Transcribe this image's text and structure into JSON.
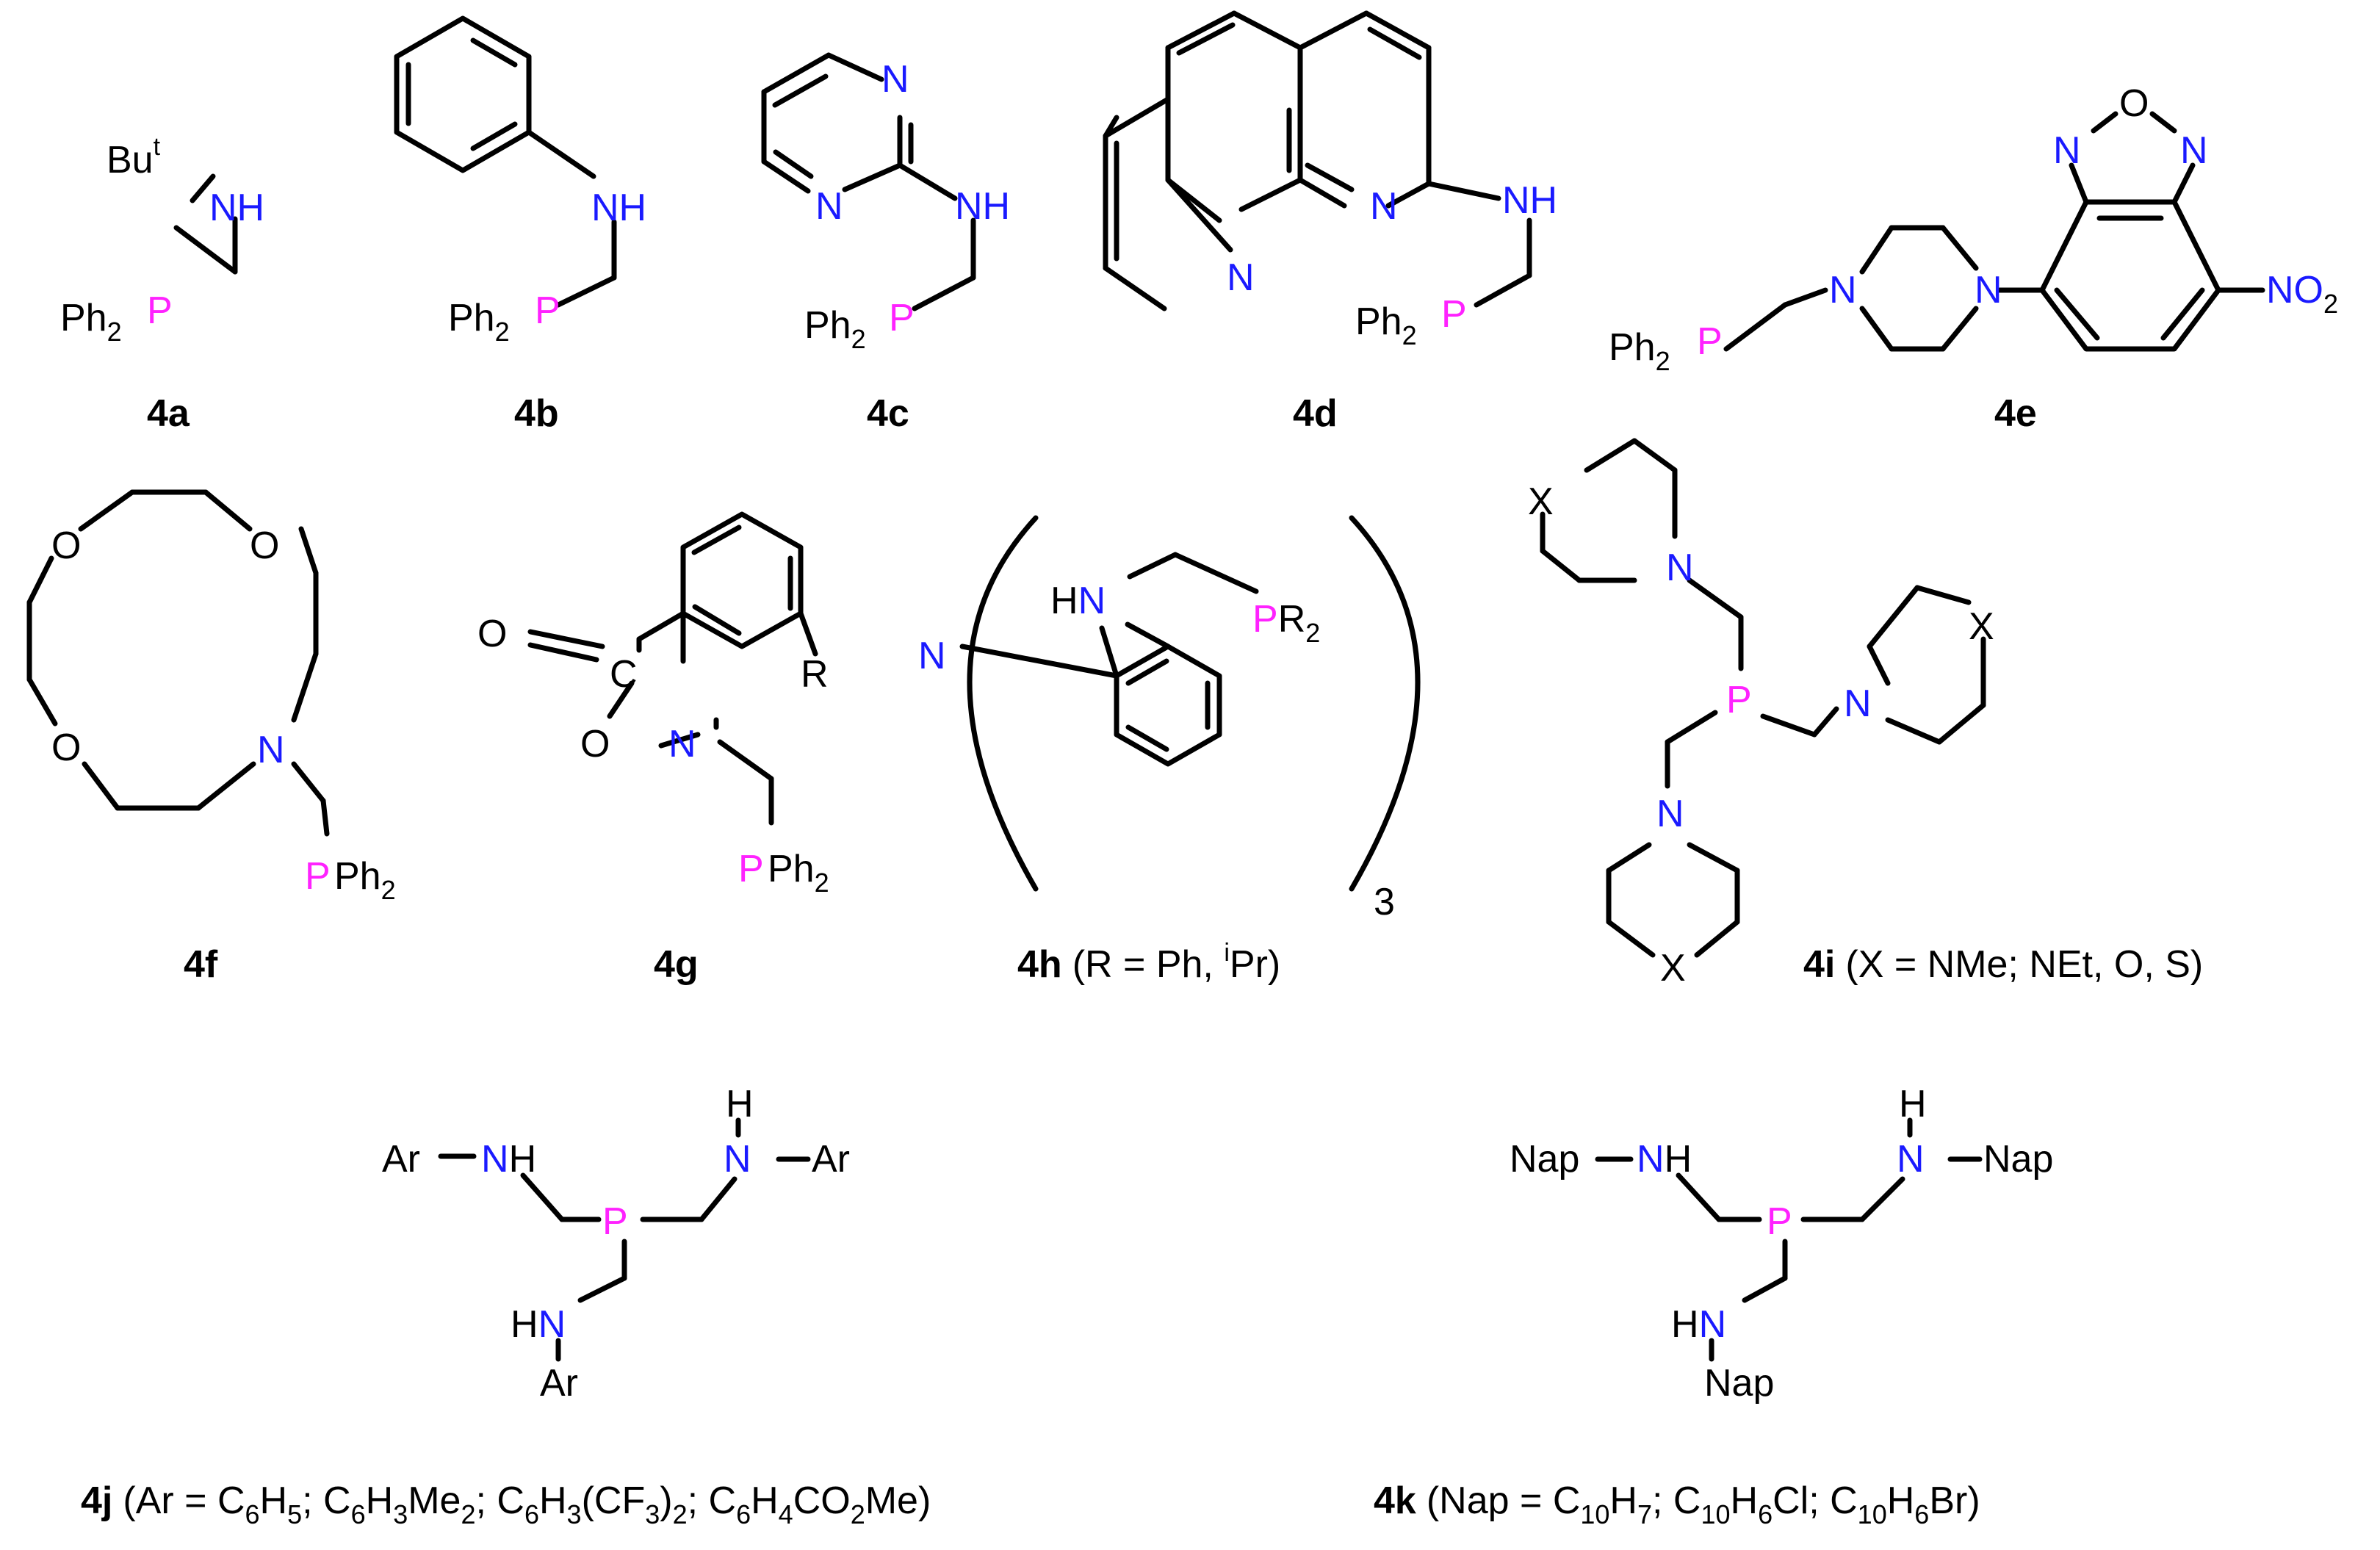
{
  "colors": {
    "bond": "#000000",
    "nitrogen": "#1a1aff",
    "phosphorus": "#ff22ff",
    "text": "#000000"
  },
  "compounds": {
    "c4a": {
      "label": "4a",
      "caption": ""
    },
    "c4b": {
      "label": "4b",
      "caption": ""
    },
    "c4c": {
      "label": "4c",
      "caption": ""
    },
    "c4d": {
      "label": "4d",
      "caption": ""
    },
    "c4e": {
      "label": "4e",
      "caption": ""
    },
    "c4f": {
      "label": "4f",
      "caption": ""
    },
    "c4g": {
      "label": "4g",
      "caption": ""
    },
    "c4h": {
      "label": "4h",
      "caption": "(R = Ph, ",
      "caption_sup": "i",
      "caption_end": "Pr)"
    },
    "c4i": {
      "label": "4i",
      "caption": "(X = NMe; NEt, O, S)"
    },
    "c4j": {
      "label": "4j",
      "caption_parts": [
        "(Ar = C",
        "6",
        "H",
        "5",
        "; C",
        "6",
        "H",
        "3",
        "Me",
        "2",
        "; C",
        "6",
        "H",
        "3",
        "(CF",
        "3",
        ")",
        "2",
        "; C",
        "6",
        "H",
        "4",
        "CO",
        "2",
        "Me)"
      ]
    },
    "c4k": {
      "label": "4k",
      "caption_parts": [
        "(Nap = C",
        "10",
        "H",
        "7",
        "; C",
        "10",
        "H",
        "6",
        "Cl; C",
        "10",
        "H",
        "6",
        "Br)"
      ]
    }
  },
  "atoms": {
    "NH": "NH",
    "HN": "HN",
    "N": "N",
    "H": "H",
    "O": "O",
    "X": "X",
    "P": "P",
    "C": "C",
    "R": "R",
    "Ph": "Ph",
    "sub2": "2",
    "Bu": "Bu",
    "t": "t",
    "NO": "NO",
    "PR": "PR",
    "Ar": "Ar",
    "Nap": "Nap",
    "three": "3"
  }
}
